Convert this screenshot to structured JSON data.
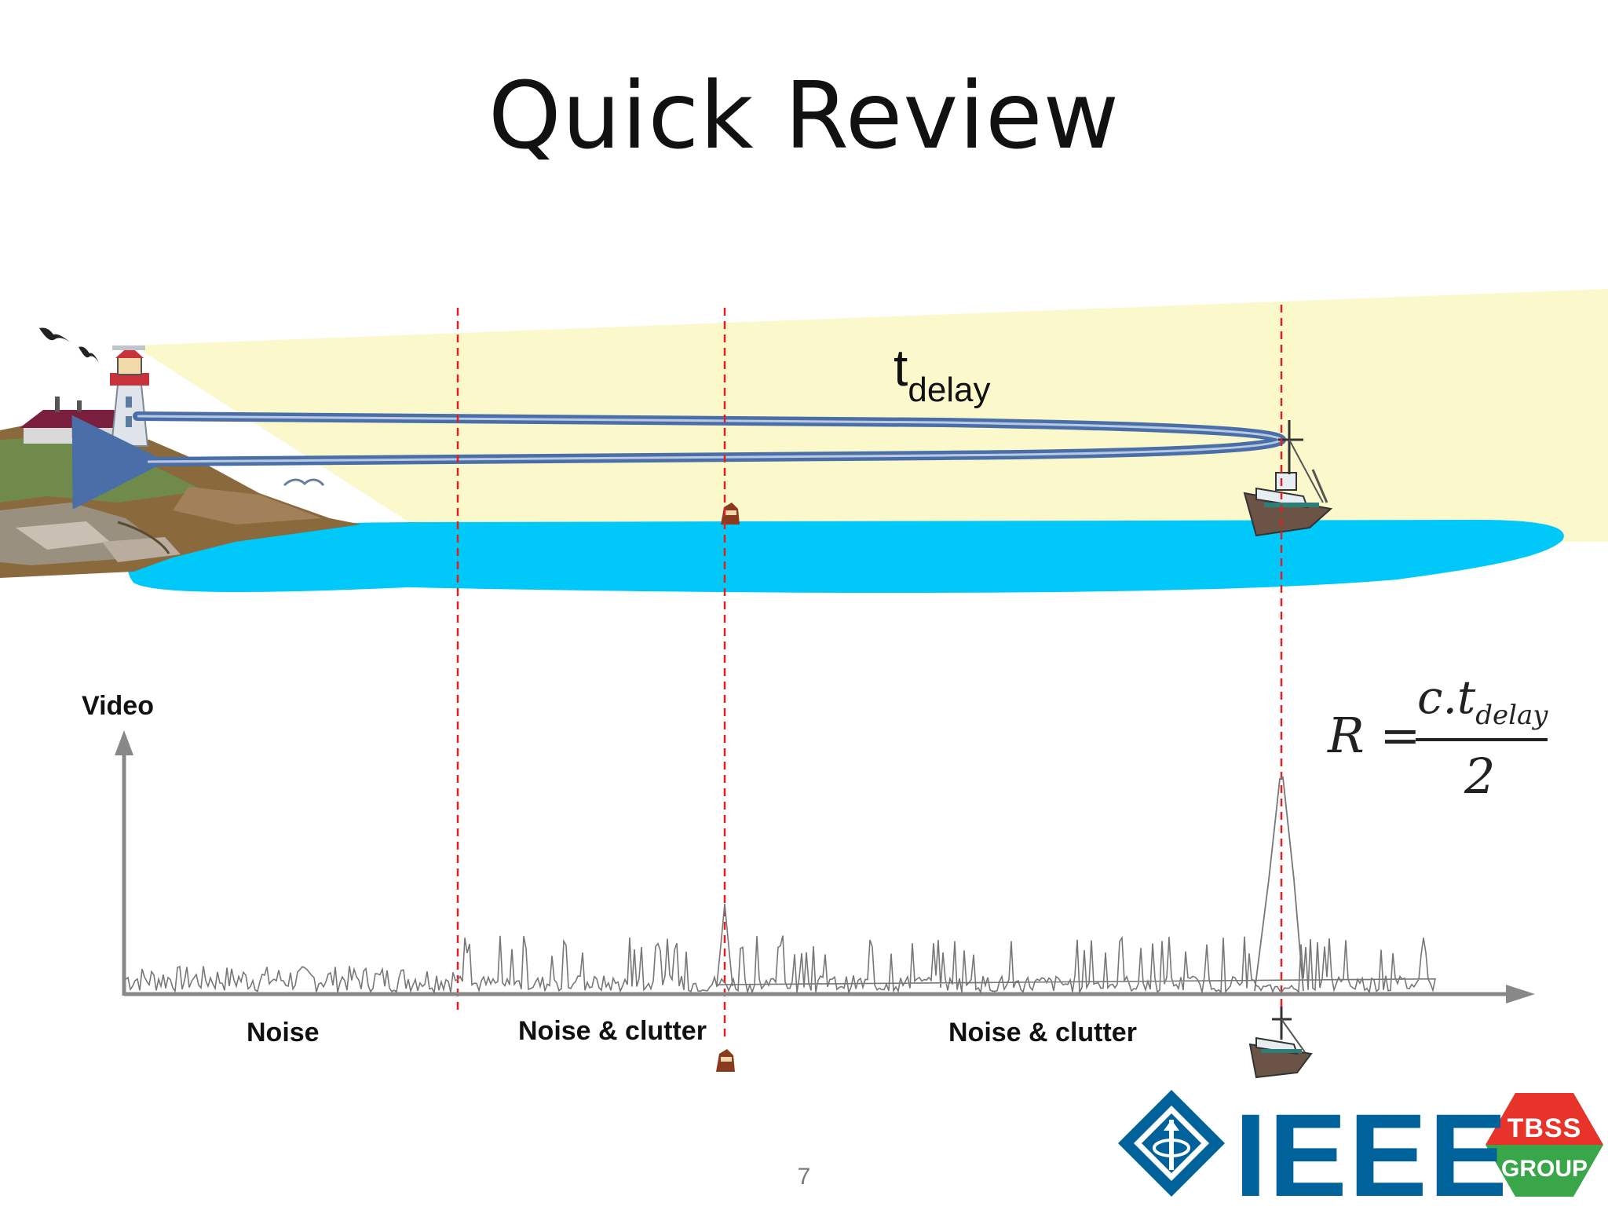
{
  "slide": {
    "title": "Quick Review",
    "page_number": "7"
  },
  "scene": {
    "delay_label": "t",
    "delay_subscript": "delay"
  },
  "plot": {
    "y_axis_label": "Video",
    "regions": [
      "Noise",
      "Noise & clutter",
      "Noise & clutter"
    ]
  },
  "formula": {
    "lhs": "R =",
    "numerator": "c.t",
    "numerator_subscript": "delay",
    "denominator": "2"
  },
  "logos": {
    "ieee": "IEEE",
    "tbss_line1": "TBSS",
    "tbss_line2": "GROUP"
  },
  "colors": {
    "sea": "#00c8f8",
    "beam": "#fbf8cc",
    "arrow": "#4a6fa8",
    "guide_lines": "#e02020",
    "axis": "#888888",
    "ieee_blue": "#00629b",
    "tbss_red": "#e8332a",
    "tbss_green": "#3aa64a"
  },
  "icons": [
    "lighthouse-icon",
    "bird-icon",
    "seagull-icon",
    "buoy-icon",
    "ship-icon",
    "ieee-diamond-icon",
    "tbss-hexagon-icon"
  ]
}
